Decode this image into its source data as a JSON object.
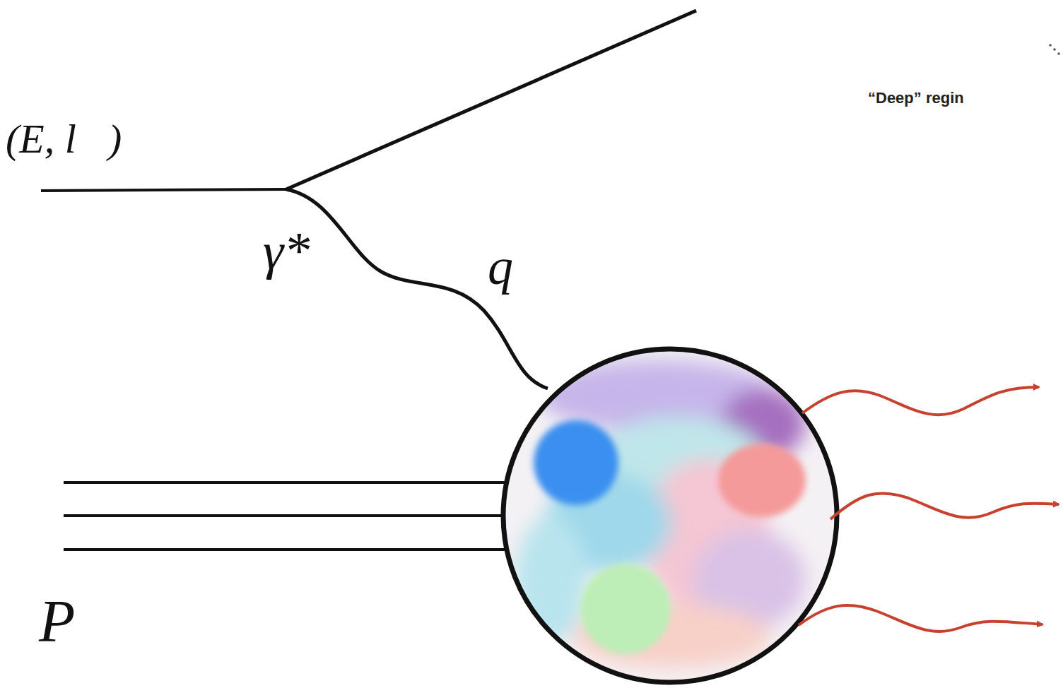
{
  "diagram": {
    "labels": [
      "(E, l⃗)",
      "γ*",
      "q",
      "P",
      "“Deep” regin"
    ]
  }
}
